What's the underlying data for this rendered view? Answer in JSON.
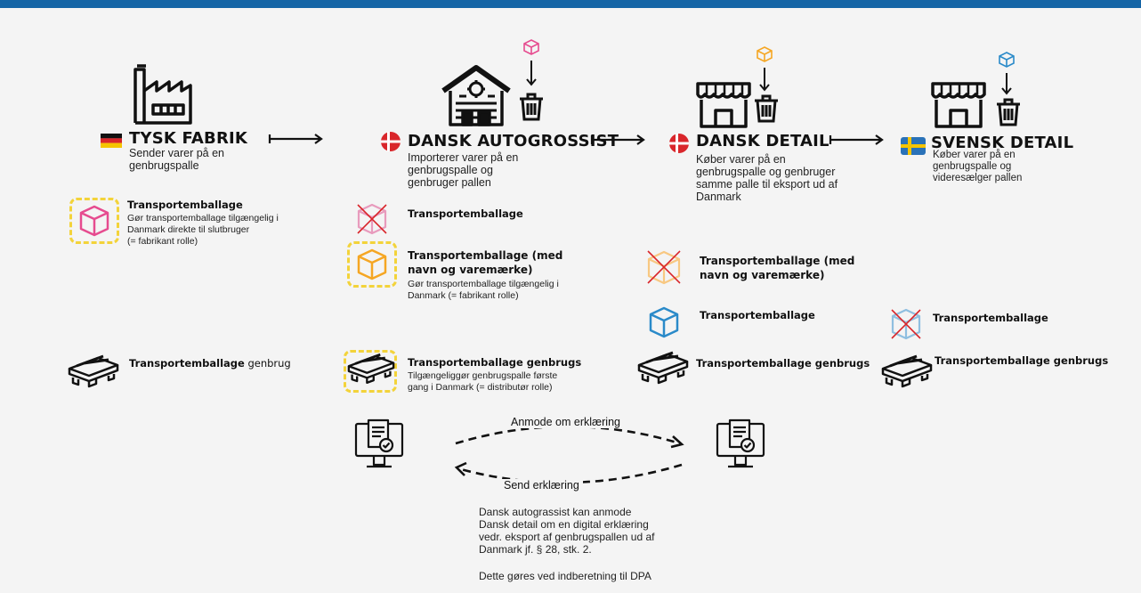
{
  "colors": {
    "topbar": "#1565a6",
    "pink": "#e64b8f",
    "orange": "#f5a623",
    "blue": "#2a8ac9",
    "yellow_dash": "#f3d33a",
    "red_cross": "#d9262b"
  },
  "columns": [
    {
      "flag": "germany-flag",
      "title": "TYSK FABRIK",
      "desc": "Sender varer på en\ngenbrugspalle"
    },
    {
      "flag": "denmark-flag",
      "title": "DANSK AUTOGROSSIST",
      "desc": "Importerer varer på en\ngenbrugspalle og\ngenbruger pallen"
    },
    {
      "flag": "denmark-flag",
      "title": "DANSK DETAIL",
      "desc": "Køber varer på en\ngenbrugspalle og genbruger\nsamme palle til eksport ud af\nDanmark"
    },
    {
      "flag": "sweden-flag",
      "title": "SVENSK  DETAIL",
      "desc": "Køber varer på en\ngenbrugspalle og\nvideresælger pallen"
    }
  ],
  "items": {
    "c1_pink_title": "Transportemballage",
    "c1_pink_desc": "Gør transportemballage tilgængelig i\nDanmark direkte til slutbruger\n(= fabrikant rolle)",
    "c1_pallet_bold": "Transportemballage",
    "c1_pallet_plain": " genbrug",
    "c2_pink_crossed": "Transportemballage",
    "c2_orange_title": "Transportemballage (med\nnavn og varemærke)",
    "c2_orange_desc": "Gør transportemballage tilgængelig i\nDanmark (= fabrikant rolle)",
    "c2_pallet_title": "Transportemballage genbrugs",
    "c2_pallet_desc": "Tilgængeliggør genbrugspalle første\ngang i Danmark (= distributør rolle)",
    "c3_orange_crossed": "Transportemballage (med\nnavn og varemærke)",
    "c3_blue": "Transportemballage",
    "c3_pallet": "Transportemballage genbrugs",
    "c4_blue_crossed": "Transportemballage",
    "c4_pallet": "Transportemballage genbrugs"
  },
  "exchange": {
    "request": "Anmode om erklæring",
    "send": "Send erklæring",
    "note": "Dansk autograssist kan anmode\nDansk detail om en digital erklæring\nvedr. eksport af genbrugspallen ud af\nDanmark jf. § 28, stk. 2.",
    "note2": "Dette gøres ved indberetning til DPA"
  }
}
